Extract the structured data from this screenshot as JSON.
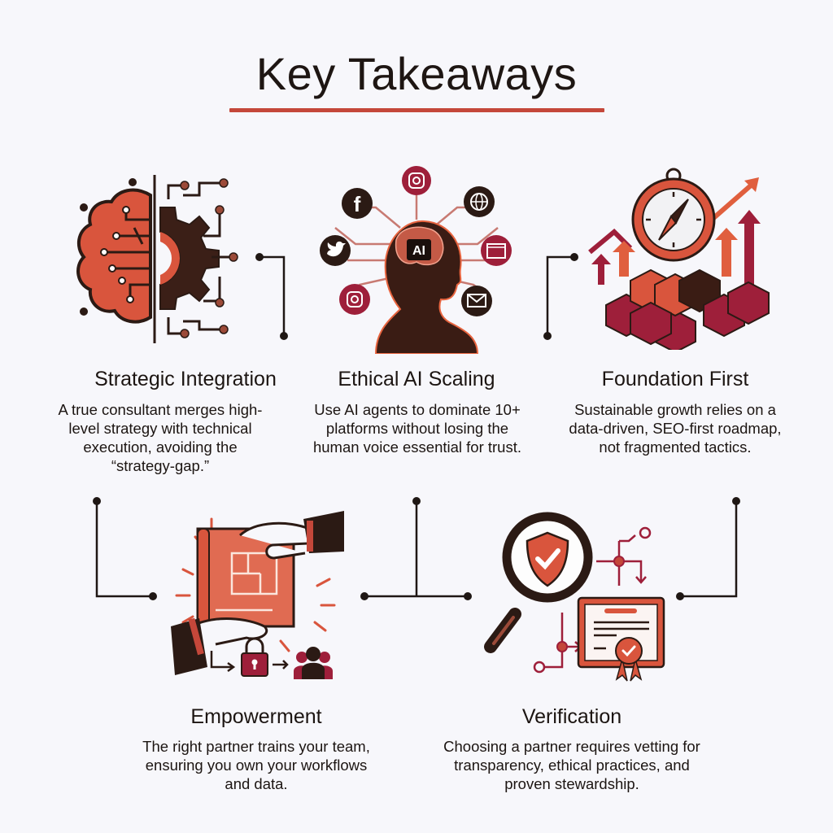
{
  "page": {
    "title": "Key Takeaways",
    "background": "#f7f7fb",
    "accent_color": "#c4473a",
    "dark_color": "#2b1a14",
    "secondary_color": "#9e1f3a"
  },
  "takeaways": [
    {
      "title": "Strategic Integration",
      "description": "A true consultant merges high-level strategy with technical execution, avoiding the “strategy-gap.”",
      "icon": "brain-gear-circuit-icon"
    },
    {
      "title": "Ethical AI Scaling",
      "description": "Use AI agents to dominate 10+ platforms without losing the human voice essential for trust.",
      "icon": "ai-head-social-network-icon",
      "center_label": "AI",
      "platform_icons": [
        "facebook-icon",
        "instagram-icon",
        "globe-icon",
        "twitter-icon",
        "browser-window-icon",
        "instagram-icon",
        "mail-icon"
      ]
    },
    {
      "title": "Foundation First",
      "description": "Sustainable growth relies on a data-driven, SEO-first roadmap, not fragmented tactics.",
      "icon": "compass-blocks-growth-icon"
    },
    {
      "title": "Empowerment",
      "description": "The right partner trains your team, ensuring you own your workflows and data.",
      "icon": "hands-blueprint-handoff-icon"
    },
    {
      "title": "Verification",
      "description": "Choosing a partner requires vetting for transparency, ethical practices, and proven stewardship.",
      "icon": "magnifier-shield-certificate-icon"
    }
  ]
}
